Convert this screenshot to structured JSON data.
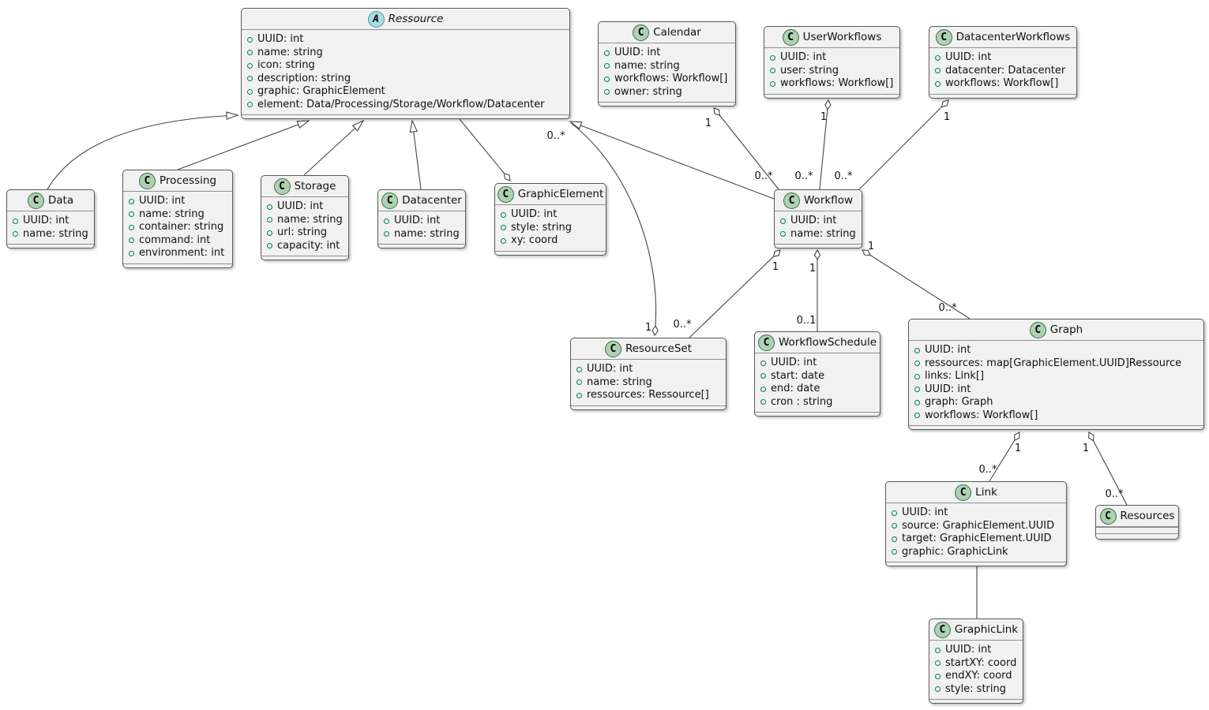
{
  "classes": {
    "ressource": {
      "name": "Ressource",
      "stereotype": "A",
      "abstract": true,
      "attributes": [
        "UUID: int",
        "name: string",
        "icon: string",
        "description: string",
        "graphic: GraphicElement",
        "element: Data/Processing/Storage/Workflow/Datacenter"
      ]
    },
    "calendar": {
      "name": "Calendar",
      "stereotype": "C",
      "attributes": [
        "UUID: int",
        "name: string",
        "workflows: Workflow[]",
        "owner: string"
      ]
    },
    "userworkflows": {
      "name": "UserWorkflows",
      "stereotype": "C",
      "attributes": [
        "UUID: int",
        "user: string",
        "workflows: Workflow[]"
      ]
    },
    "datacenterworkflows": {
      "name": "DatacenterWorkflows",
      "stereotype": "C",
      "attributes": [
        "UUID: int",
        "datacenter: Datacenter",
        "workflows: Workflow[]"
      ]
    },
    "data": {
      "name": "Data",
      "stereotype": "C",
      "attributes": [
        "UUID: int",
        "name: string"
      ]
    },
    "processing": {
      "name": "Processing",
      "stereotype": "C",
      "attributes": [
        "UUID: int",
        "name: string",
        "container: string",
        "command: int",
        "environment: int"
      ]
    },
    "storage": {
      "name": "Storage",
      "stereotype": "C",
      "attributes": [
        "UUID: int",
        "name: string",
        "url: string",
        "capacity: int"
      ]
    },
    "datacenter": {
      "name": "Datacenter",
      "stereotype": "C",
      "attributes": [
        "UUID: int",
        "name: string"
      ]
    },
    "graphicelement": {
      "name": "GraphicElement",
      "stereotype": "C",
      "attributes": [
        "UUID: int",
        "style: string",
        "xy: coord"
      ]
    },
    "workflow": {
      "name": "Workflow",
      "stereotype": "C",
      "attributes": [
        "UUID: int",
        "name: string"
      ]
    },
    "resourceset": {
      "name": "ResourceSet",
      "stereotype": "C",
      "attributes": [
        "UUID: int",
        "name: string",
        "ressources: Ressource[]"
      ]
    },
    "workflowschedule": {
      "name": "WorkflowSchedule",
      "stereotype": "C",
      "attributes": [
        "UUID: int",
        "start: date",
        "end: date",
        "cron : string"
      ]
    },
    "graph": {
      "name": "Graph",
      "stereotype": "C",
      "attributes": [
        "UUID: int",
        "ressources: map[GraphicElement.UUID]Ressource",
        "links: Link[]",
        "UUID: int",
        "graph: Graph",
        "workflows: Workflow[]"
      ]
    },
    "link": {
      "name": "Link",
      "stereotype": "C",
      "attributes": [
        "UUID: int",
        "source: GraphicElement.UUID",
        "target: GraphicElement.UUID",
        "graphic: GraphicLink"
      ]
    },
    "resources": {
      "name": "Resources",
      "stereotype": "C",
      "attributes": []
    },
    "graphiclink": {
      "name": "GraphicLink",
      "stereotype": "C",
      "attributes": [
        "UUID: int",
        "startXY: coord",
        "endXY: coord",
        "style: string"
      ]
    }
  },
  "edges": {
    "data_ressource": {
      "kind": "inheritance",
      "child": "Data",
      "parent": "Ressource"
    },
    "processing_ressource": {
      "kind": "inheritance",
      "child": "Processing",
      "parent": "Ressource"
    },
    "storage_ressource": {
      "kind": "inheritance",
      "child": "Storage",
      "parent": "Ressource"
    },
    "datacenter_ressource": {
      "kind": "inheritance",
      "child": "Datacenter",
      "parent": "Ressource"
    },
    "workflow_ressource": {
      "kind": "inheritance",
      "child": "Workflow",
      "parent": "Ressource"
    },
    "ressource_graphicelement": {
      "kind": "aggregation",
      "whole": "GraphicElement",
      "part": "Ressource"
    },
    "resourceset_ressource": {
      "kind": "aggregation",
      "whole": "ResourceSet",
      "part": "Ressource",
      "whole_label": "1",
      "part_label": "0..*"
    },
    "calendar_workflow": {
      "kind": "aggregation",
      "whole": "Calendar",
      "part": "Workflow",
      "whole_label": "1",
      "part_label": "0..*"
    },
    "userworkflows_workflow": {
      "kind": "aggregation",
      "whole": "UserWorkflows",
      "part": "Workflow",
      "whole_label": "1",
      "part_label": "0..*"
    },
    "datacenterworkflows_workflow": {
      "kind": "aggregation",
      "whole": "DatacenterWorkflows",
      "part": "Workflow",
      "whole_label": "1",
      "part_label": "0..*"
    },
    "workflow_resourceset": {
      "kind": "aggregation",
      "whole": "Workflow",
      "part": "ResourceSet",
      "whole_label": "1",
      "part_label": "0..*"
    },
    "workflow_workflowschedule": {
      "kind": "aggregation",
      "whole": "Workflow",
      "part": "WorkflowSchedule",
      "whole_label": "1",
      "part_label": "0..1"
    },
    "workflow_graph": {
      "kind": "aggregation",
      "whole": "Workflow",
      "part": "Graph",
      "whole_label": "1",
      "part_label": "0..*"
    },
    "graph_link": {
      "kind": "aggregation",
      "whole": "Graph",
      "part": "Link",
      "whole_label": "1",
      "part_label": "0..*"
    },
    "graph_resources": {
      "kind": "aggregation",
      "whole": "Graph",
      "part": "Resources",
      "whole_label": "1",
      "part_label": "0..*"
    },
    "link_graphiclink": {
      "kind": "association",
      "from": "Link",
      "to": "GraphicLink"
    }
  }
}
